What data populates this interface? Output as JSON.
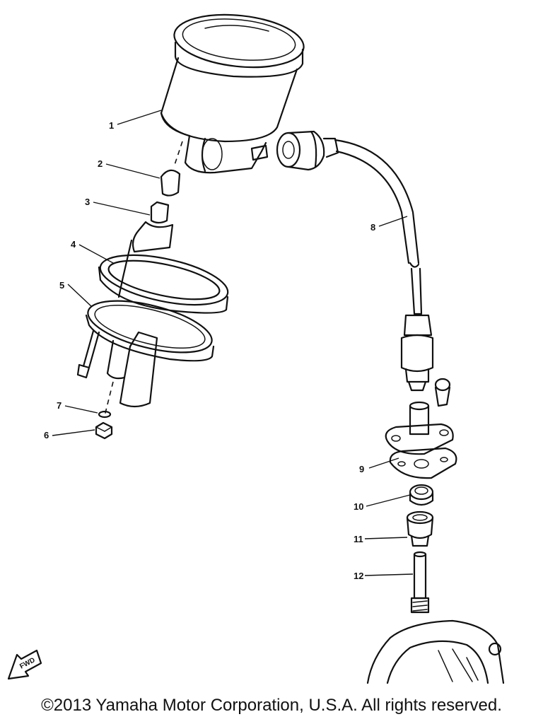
{
  "callouts": [
    {
      "id": "1",
      "label": "1"
    },
    {
      "id": "2",
      "label": "2"
    },
    {
      "id": "3",
      "label": "3"
    },
    {
      "id": "4",
      "label": "4"
    },
    {
      "id": "5",
      "label": "5"
    },
    {
      "id": "6",
      "label": "6"
    },
    {
      "id": "7",
      "label": "7"
    },
    {
      "id": "8",
      "label": "8"
    },
    {
      "id": "9",
      "label": "9"
    },
    {
      "id": "10",
      "label": "10"
    },
    {
      "id": "11",
      "label": "11"
    },
    {
      "id": "12",
      "label": "12"
    }
  ],
  "fwd_mark": "FWD",
  "copyright": "©2013 Yamaha Motor Corporation, U.S.A. All rights reserved."
}
